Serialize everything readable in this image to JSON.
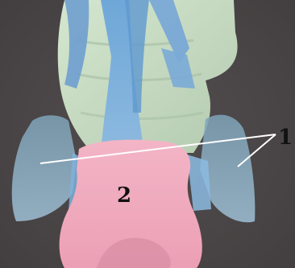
{
  "image": {
    "kind": "anatomical-model-photo",
    "palette": {
      "background": "#4a4546",
      "bone_green": "#c8dcc4",
      "bone_blue": "#7fb0da",
      "bone_pink": "#f0a9bd",
      "pointer_line": "#ffffff"
    }
  },
  "labels": {
    "one": "1",
    "two": "2"
  }
}
